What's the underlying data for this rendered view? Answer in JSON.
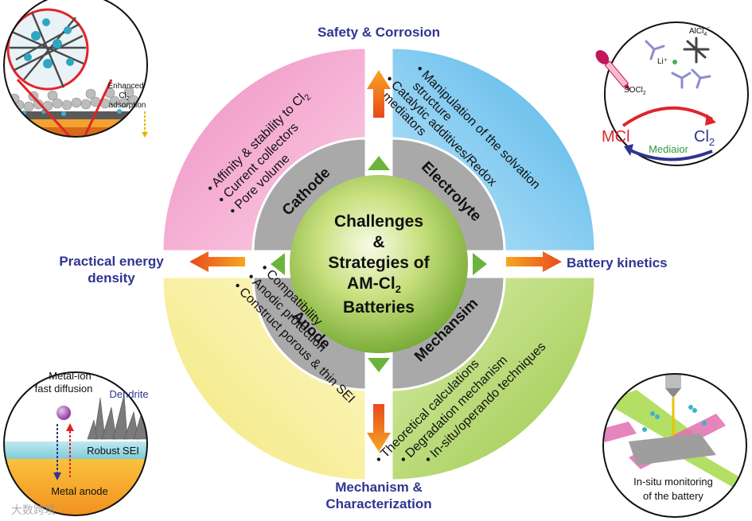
{
  "center": {
    "line1": "Challenges",
    "line2": "&",
    "line3": "Strategies of",
    "line4": "AM-Cl",
    "line4_sub": "2",
    "line5": "Batteries"
  },
  "outer_labels": {
    "top": "Safety & Corrosion",
    "right": "Battery kinetics",
    "bottom_line1": "Mechanism &",
    "bottom_line2": "Characterization",
    "left_line1": "Practical energy",
    "left_line2": "density"
  },
  "quadrants": {
    "cathode": {
      "title": "Cathode",
      "color": "#f5a9cf",
      "items": [
        "Pore volume",
        "Current collectors",
        "Affinity & stability to Cl"
      ],
      "item3_sub": "2"
    },
    "electrolyte": {
      "title": "Electrolyte",
      "color": "#7dc9ef",
      "items": [
        "Manipulation of the solvation",
        "structure",
        "Catalytic additives/Redox",
        "mediators"
      ]
    },
    "anode": {
      "title": "Anode",
      "color": "#f8ef9c",
      "items": [
        "Compatibility",
        "Anodic protection",
        "Construct porous & thin SEI"
      ]
    },
    "mechanism": {
      "title": "Mechansim",
      "color": "#b8d86c",
      "items": [
        "Theoretical calculations",
        "Degradation mechanism",
        "In-situ/operando techniques"
      ]
    }
  },
  "insets": {
    "top_left": {
      "label_line1": "Enhanced",
      "label_line2": "Cl",
      "label_line2_sub": "2",
      "label_line3": "adsorption"
    },
    "top_right": {
      "alcl": "AlCl",
      "alcl_sub": "4",
      "alcl_sup": "−",
      "li": "Li⁺",
      "socl": "SOCl",
      "socl_sub": "2",
      "mcl": "MCl",
      "cl": "Cl",
      "cl_sub": "2",
      "mediator": "Mediaior"
    },
    "bottom_left": {
      "metal_ion_line1": "Metal-ion",
      "metal_ion_line2": "fast diffusion",
      "dendrite": "Dendrite",
      "sei": "Robust SEI",
      "anode": "Metal anode"
    },
    "bottom_right": {
      "line1": "In-situ monitoring",
      "line2": "of the battery"
    }
  },
  "watermark": "大数跨境",
  "colors": {
    "label_blue": "#2f3590",
    "arrow_orange": "#e8501e",
    "triangle_green": "#6ab43c",
    "grey_band": "#a9a9a9",
    "center_green": "#8cc63f"
  }
}
